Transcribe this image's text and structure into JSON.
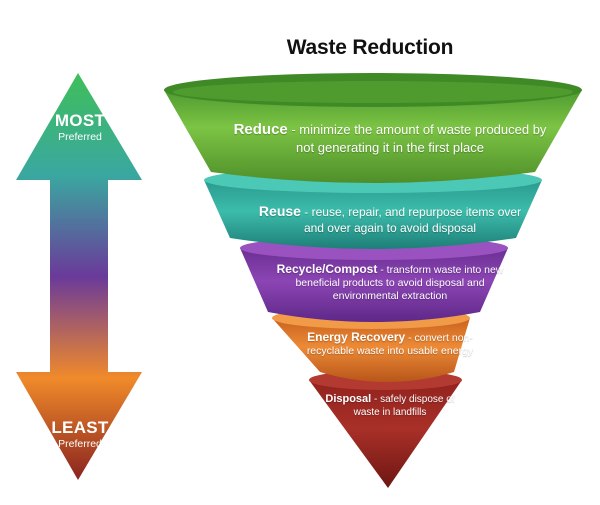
{
  "title": "Waste Reduction",
  "arrow": {
    "top_label": "MOST",
    "top_sub": "Preferred",
    "bottom_label": "LEAST",
    "bottom_sub": "Preferred"
  },
  "tiers": [
    {
      "name": "Reduce",
      "description": " - minimize the amount of waste produced by not generating it in the first place",
      "color": "#6fbe3c"
    },
    {
      "name": "Reuse",
      "description": " - reuse, repair, and repurpose items over and over again to avoid disposal",
      "color": "#2fb0a0"
    },
    {
      "name": "Recycle/Compost",
      "description": " - transform waste into new beneficial products to avoid disposal and environmental extraction",
      "color": "#7d3aa4"
    },
    {
      "name": "Energy Recovery",
      "description": " - convert non-recyclable waste into usable energy",
      "color": "#e07a2a"
    },
    {
      "name": "Disposal",
      "description": " - safely dispose of waste in landfills",
      "color": "#9a2620"
    }
  ]
}
